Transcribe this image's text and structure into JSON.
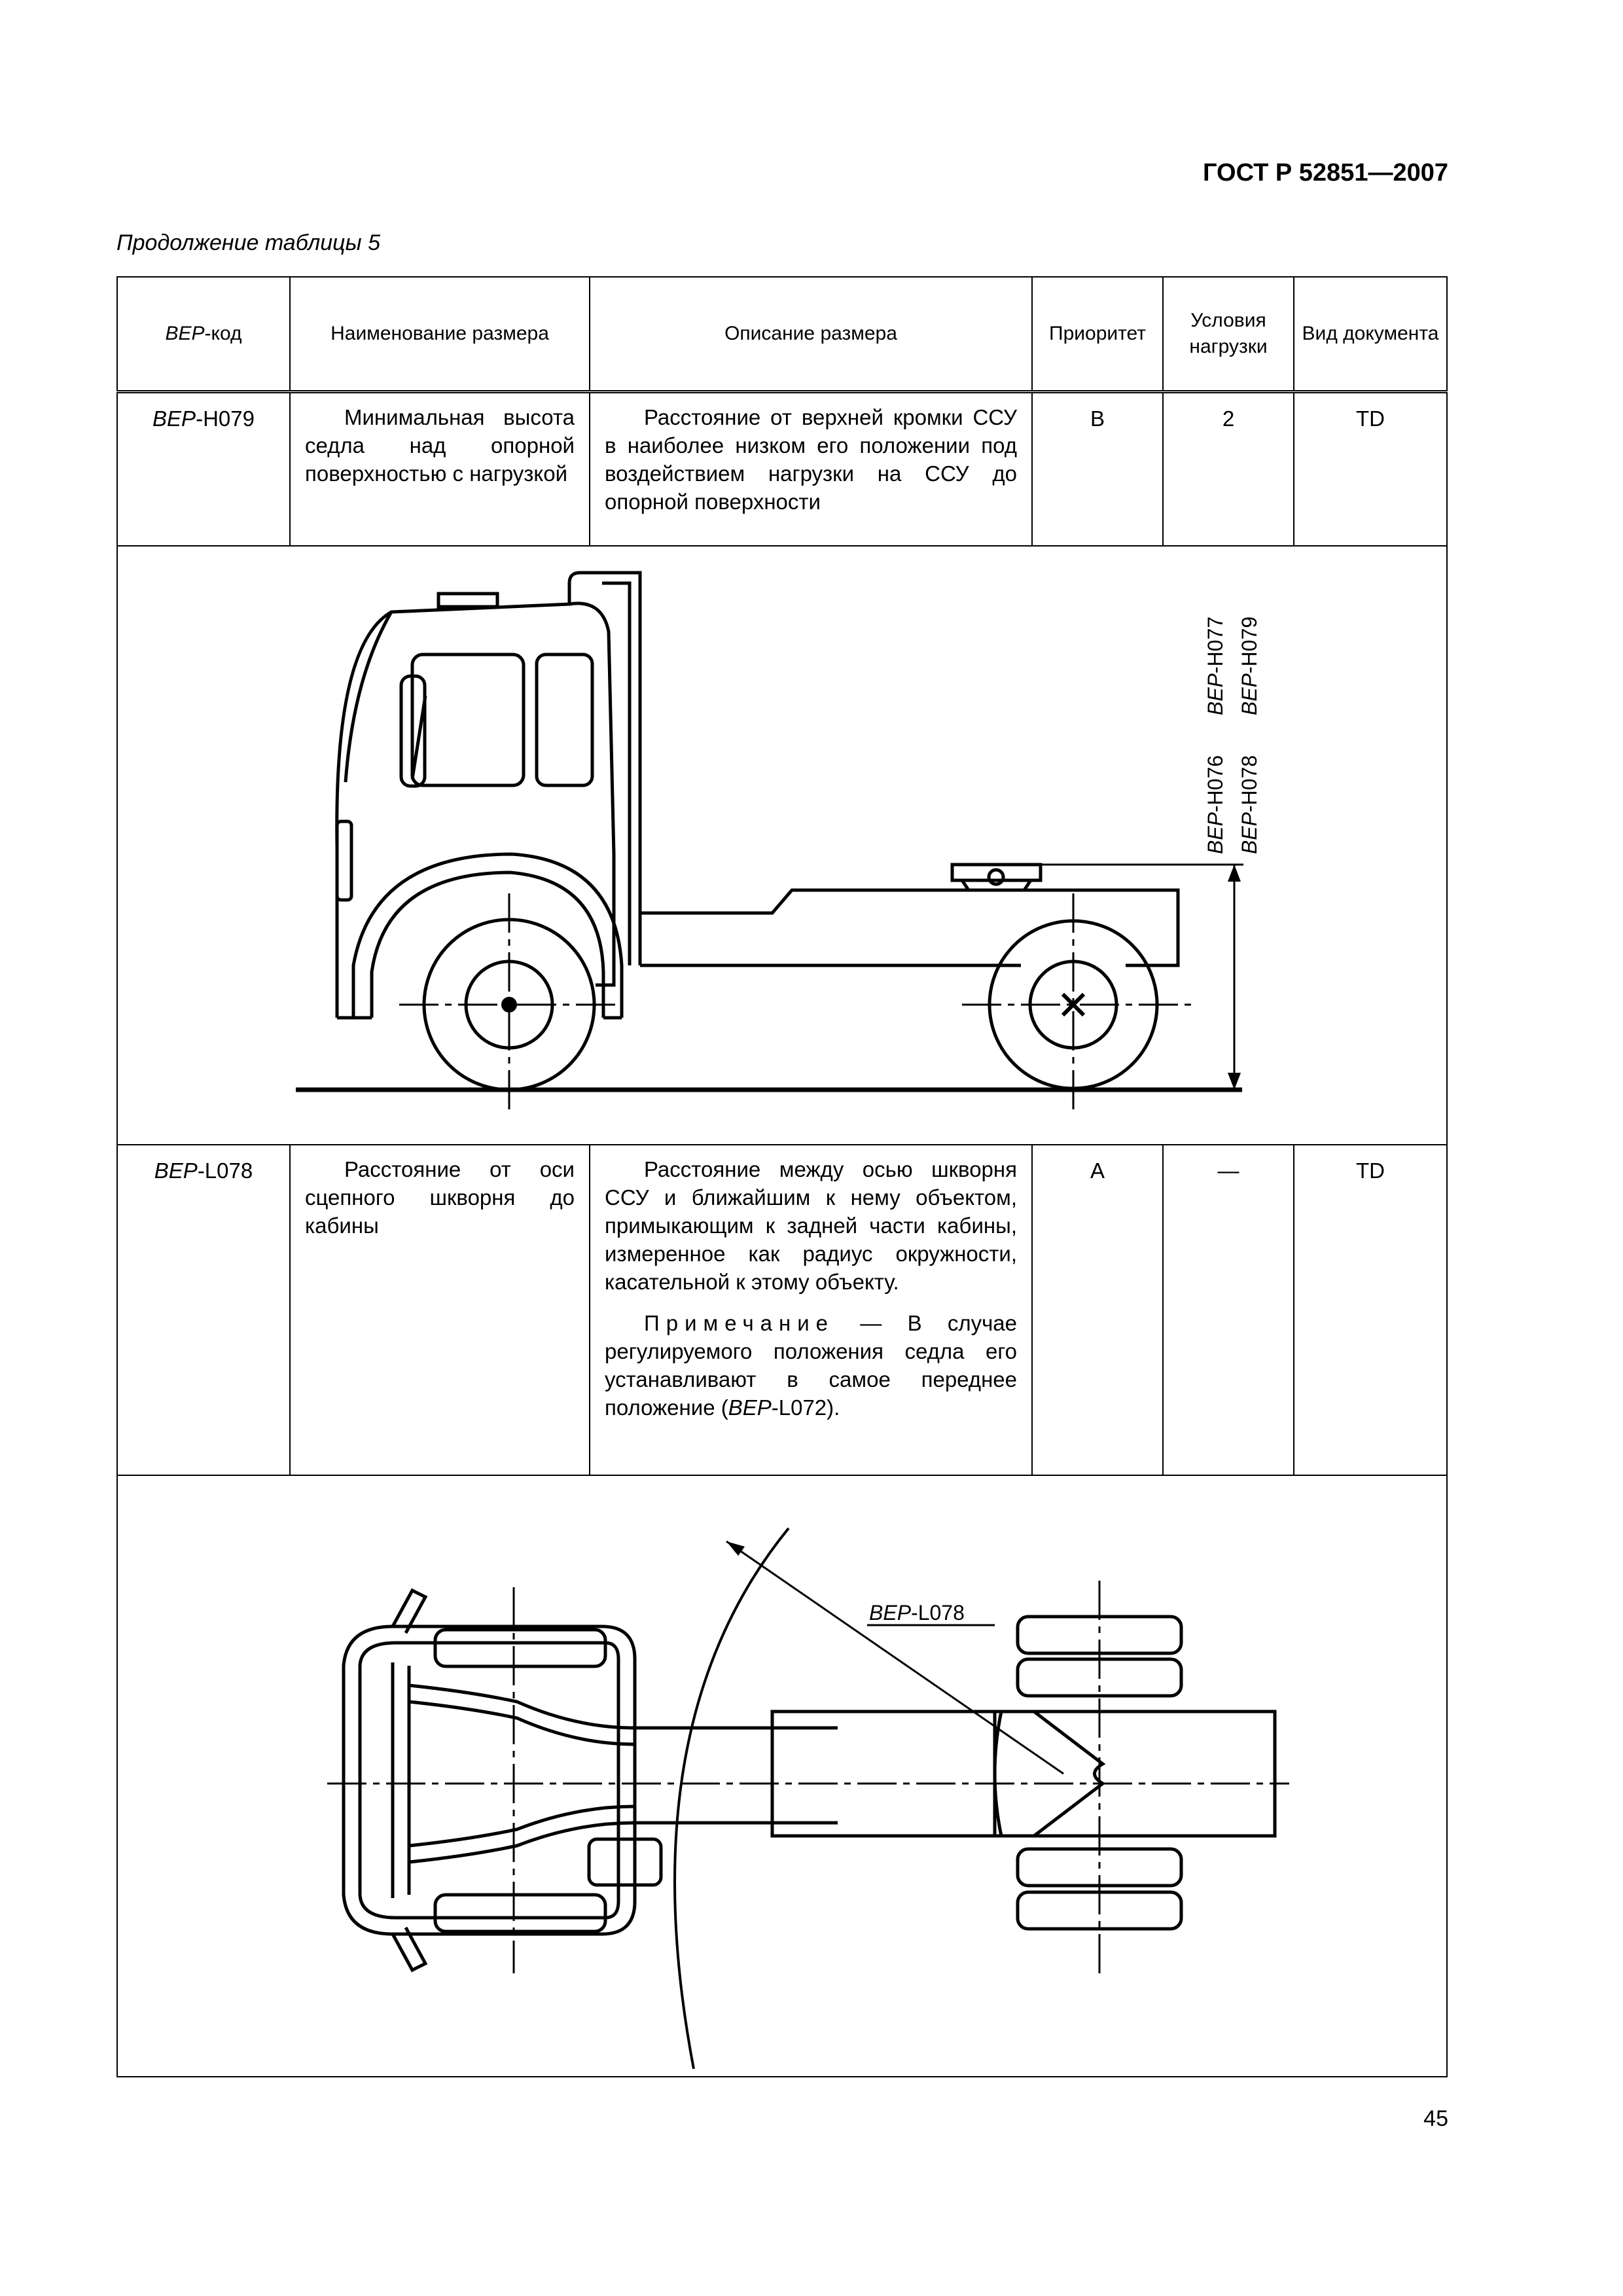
{
  "header": {
    "standard": "ГОСТ Р 52851—2007"
  },
  "caption": "Продолжение таблицы 5",
  "table": {
    "columns": [
      {
        "prefix": "BEP",
        "text": "-код"
      },
      {
        "text": "Наименование размера"
      },
      {
        "text": "Описание размера"
      },
      {
        "text": "Приоритет"
      },
      {
        "text": "Условия нагрузки"
      },
      {
        "text": "Вид документа"
      }
    ],
    "rows": [
      {
        "code_prefix": "BEP",
        "code": "-H079",
        "name": "Минимальная высота седла над опорной поверхностью с нагрузкой",
        "description": "Расстояние от верхней кромки ССУ в наиболее низком его положении под воздействием нагрузки на ССУ до опорной поверхности",
        "priority": "B",
        "load": "2",
        "doc": "TD"
      },
      {
        "code_prefix": "BEP",
        "code": "-L078",
        "name": "Расстояние от оси сцепного шкворня до кабины",
        "description": "Расстояние между осью шкворня ССУ и ближайшим к нему объектом, примыкающим к задней части кабины, измеренное как радиус окружности, касательной к этому объекту.",
        "note_label": "Примечание",
        "note_text": "— В случае регулируемого положения седла его устанавливают в самое переднее положение (",
        "note_prefix": "BEP",
        "note_code": "-L072",
        "note_end": ").",
        "priority": "A",
        "load": "—",
        "doc": "TD"
      }
    ]
  },
  "figure1": {
    "labels": [
      {
        "prefix": "BEP",
        "code": "-H076"
      },
      {
        "prefix": "BEP",
        "code": "-H077"
      },
      {
        "prefix": "BEP",
        "code": "-H078"
      },
      {
        "prefix": "BEP",
        "code": "-H079"
      }
    ]
  },
  "figure2": {
    "label_prefix": "BEP",
    "label_code": "-L078"
  },
  "page_number": "45"
}
